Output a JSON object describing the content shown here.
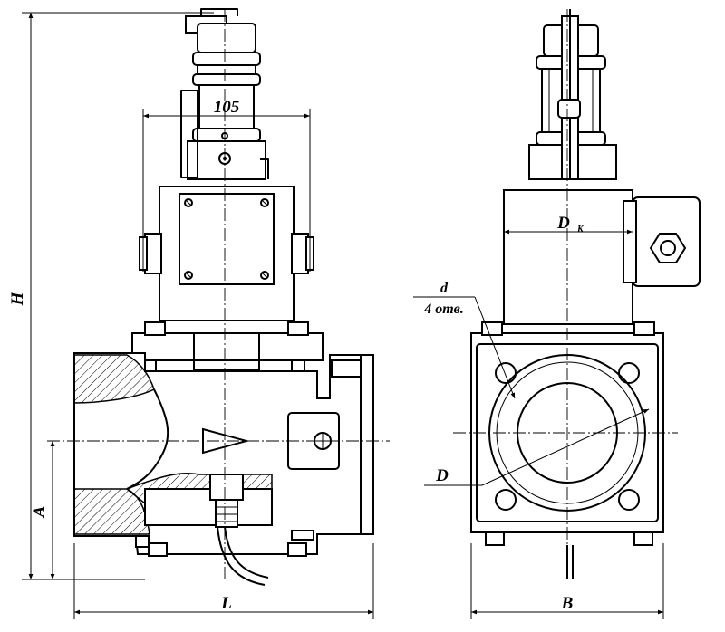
{
  "labels": {
    "dim_105": "105",
    "height": "H",
    "axis_height": "A",
    "length": "L",
    "width": "B",
    "hole_diameter": "d",
    "hole_count": "4 отв.",
    "nominal_diameter_main": "D",
    "nominal_diameter_sub": "К",
    "flange_diameter": "D"
  }
}
